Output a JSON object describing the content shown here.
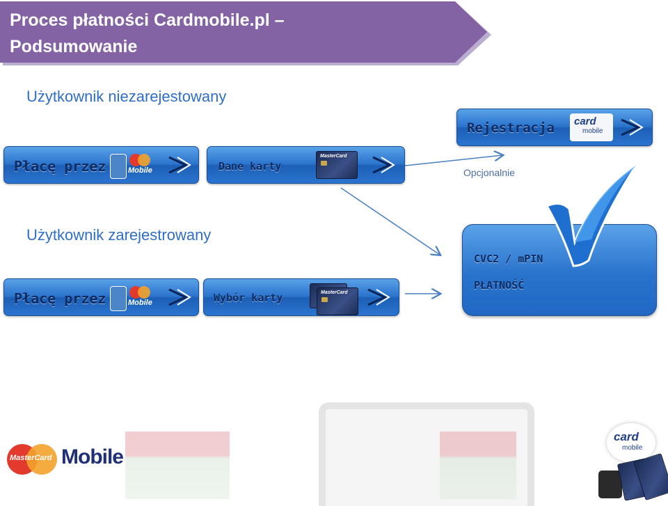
{
  "header": {
    "title_line1": "Proces płatności Cardmobile.pl –",
    "title_line2": "Podsumowanie",
    "color": "#8463a5"
  },
  "unregistered": {
    "section_title": "Użytkownik niezarejestowany",
    "pay_label": "Płacę przez",
    "card_data_label": "Dane karty",
    "registration_label": "Rejestracja",
    "optional_label": "Opcjonalnie"
  },
  "registered": {
    "section_title": "Użytkownik zarejestrowany",
    "pay_label": "Płacę przez",
    "select_card_label": "Wybór karty",
    "auth_label": "CVC2 / mPIN",
    "payment_label": "PŁATNOŚĆ"
  },
  "brand": {
    "mastercard": "MasterCard",
    "mobile": "Mobile",
    "cardmobile_card": "card",
    "cardmobile_mobile": "mobile"
  },
  "colors": {
    "button_blue": "#2a73cc",
    "section_blue": "#2f6ec8",
    "check_blue": "#1e6fd0"
  }
}
